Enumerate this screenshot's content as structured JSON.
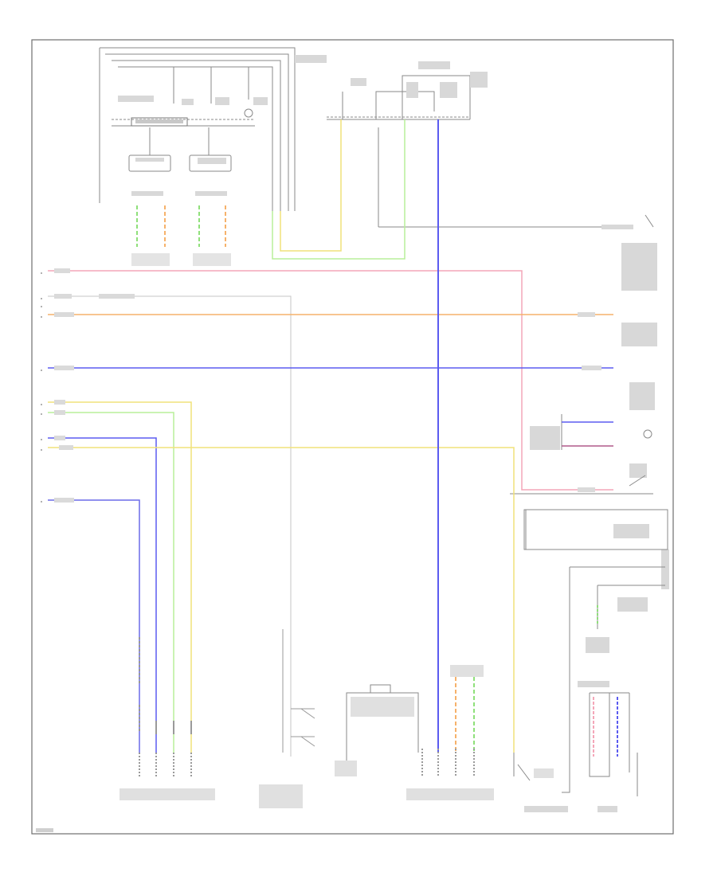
{
  "diagram": {
    "footer_code": "",
    "colors": {
      "frame": "#6e6e6e",
      "pink": "#f4a6b8",
      "orange": "#f6b26b",
      "blue": "#5b5bf0",
      "yellow": "#f1e27a",
      "green": "#8fe07a",
      "lightgreen": "#b9ef9a",
      "gray": "#9a9a9a"
    },
    "wires": [
      {
        "name": "wire-pink",
        "color": "pink"
      },
      {
        "name": "wire-white",
        "color": "gray"
      },
      {
        "name": "wire-orange",
        "color": "orange"
      },
      {
        "name": "wire-blue-main",
        "color": "blue"
      },
      {
        "name": "wire-yellow-upper",
        "color": "yellow"
      },
      {
        "name": "wire-green-upper",
        "color": "green"
      },
      {
        "name": "wire-blue-left",
        "color": "blue"
      },
      {
        "name": "wire-yellow-main",
        "color": "yellow"
      },
      {
        "name": "wire-violet",
        "color": "blue"
      },
      {
        "name": "wire-blue-vertical",
        "color": "blue"
      },
      {
        "name": "wire-green-vertical",
        "color": "lightgreen"
      }
    ]
  }
}
